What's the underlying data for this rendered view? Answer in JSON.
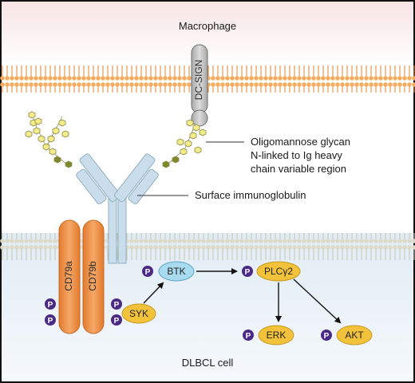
{
  "labels": {
    "macrophage": "Macrophage",
    "dc_sign": "DC-SIGN",
    "glycan_line1": "Oligomannose glycan",
    "glycan_line2": "N-linked to Ig heavy",
    "glycan_line3": "chain variable region",
    "surface_ig": "Surface immunoglobulin",
    "cd79a": "CD79a",
    "cd79b": "CD79b",
    "syk": "SYK",
    "btk": "BTK",
    "plcg2": "PLCγ2",
    "erk": "ERK",
    "akt": "AKT",
    "phospho": "P",
    "dlbcl": "DLBCL cell"
  },
  "colors": {
    "macrophage_bg": "#f6dede",
    "cell_bg": "#dceaf4",
    "membrane_head": "#f1a65a",
    "membrane_tail": "#e07b25",
    "bcell_membrane_head": "#ddd9c8",
    "cd79": "#ef9248",
    "syk": "#f2c23b",
    "btk": "#a8dbef",
    "phospho": "#4b2a86",
    "ig": "#c9deea",
    "glycan": "#f4eb8a",
    "glycan_core": "#7e8a2a"
  }
}
